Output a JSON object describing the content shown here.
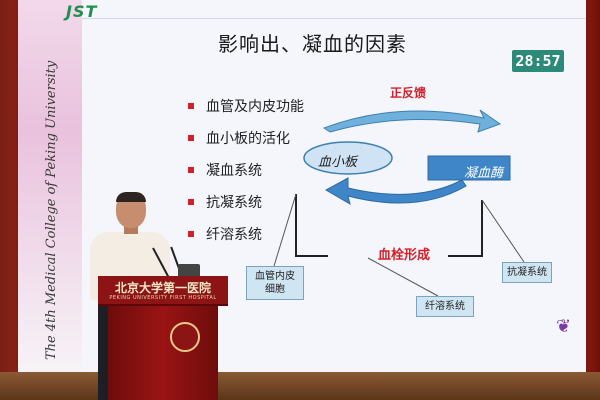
{
  "slide": {
    "logo": "JST",
    "sidebar_text": "The 4th Medical College of Peking University",
    "title": "影响出、凝血的因素",
    "timer": "28:57",
    "bullets": [
      "血管及内皮功能",
      "血小板的活化",
      "凝血系统",
      "抗凝系统",
      "纤溶系统"
    ],
    "diagram": {
      "positive_feedback": "正反馈",
      "platelet": "血小板",
      "coagulation": "凝血酶",
      "thrombus": "血栓形成",
      "callout_vessel": "血管内皮细胞",
      "callout_fibrinolytic": "纤溶系统",
      "callout_anticoag": "抗凝系统"
    }
  },
  "podium": {
    "name": "北京大学第一医院",
    "subtitle": "PEKING UNIVERSITY FIRST HOSPITAL"
  },
  "colors": {
    "accent_red": "#d21f2a",
    "timer_bg": "#2d8a78",
    "arrow_blue": "#6fb0dc",
    "podium_red": "#8c1414"
  }
}
